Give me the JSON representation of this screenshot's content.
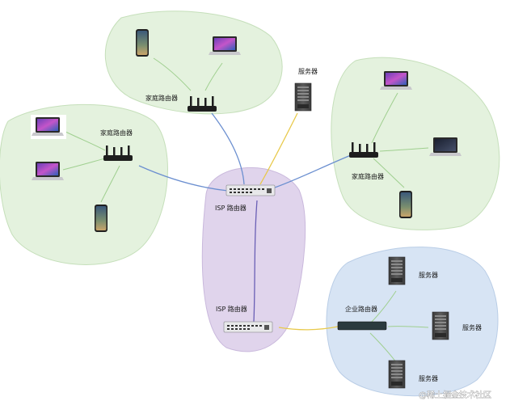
{
  "labels": {
    "home_router": "家庭路由器",
    "server": "服务器",
    "isp_router": "ISP 路由器",
    "enterprise_router": "企业路由器"
  },
  "watermark": "@稀土掘金技术社区",
  "colors": {
    "home_zone": "#e4f2de",
    "isp_zone": "#e0d4ec",
    "enterprise_zone": "#d7e4f4",
    "link_blue": "#6b8fd0",
    "link_purple": "#6a5fb5",
    "link_yellow": "#e8c94a",
    "link_green": "#9fcf8f",
    "router_body": "#1e1e1e",
    "server_body": "#4a4a4a"
  }
}
